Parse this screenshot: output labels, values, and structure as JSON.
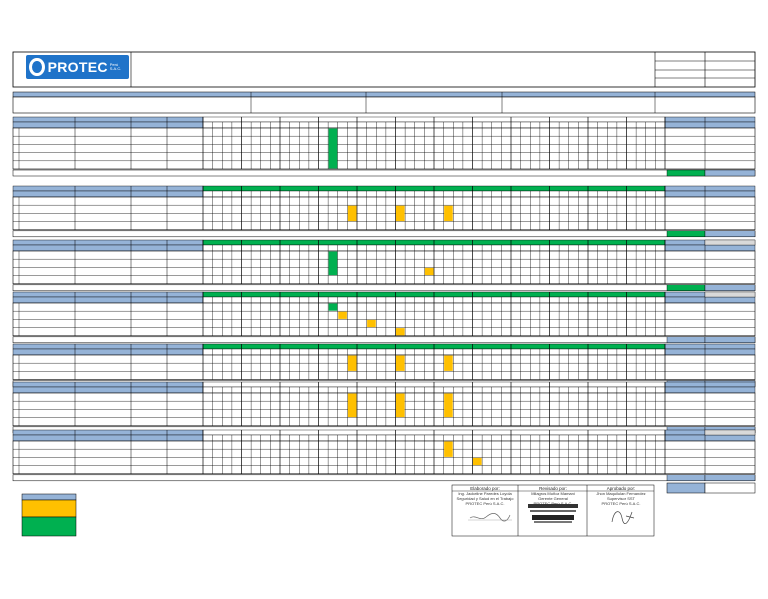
{
  "logo": {
    "name": "PROTEC",
    "sub": "Perú S.A.C."
  },
  "legend": {
    "colors": [
      "#95b3d7",
      "#ffc000",
      "#00b050"
    ]
  },
  "colors": {
    "header_blue": "#95b3d7",
    "done_green": "#00b050",
    "planned_amber": "#ffc000",
    "total_grey": "#d9d9d9",
    "grid_line": "#000000"
  },
  "signatures": {
    "elaborado": {
      "title": "Elaborado por:",
      "name": "Ing. Jackeline Paredes Loyola",
      "role": "Seguridad y Salud en el Trabajo",
      "company": "PROTEC Perú S.A.C."
    },
    "revisado": {
      "title": "Revisado por:",
      "name": "Milagros Muñoz Mamani",
      "role": "Gerente General",
      "company": "PROTEC Perú S.A.C."
    },
    "aprobado": {
      "title": "Aprobado por:",
      "name": "Jhon Maquilulan Fernandez",
      "role": "Supervisor SST",
      "company": "PROTEC Perú S.A.C."
    }
  },
  "schedule": {
    "blocks": [
      {
        "name": "block-1",
        "rows": 5,
        "marks": [
          {
            "week": 13,
            "row": 0,
            "span": 5,
            "kind": "done"
          }
        ]
      },
      {
        "name": "block-2",
        "rows": 4,
        "marks": [
          {
            "week": 15,
            "row": 1,
            "span": 2,
            "kind": "planned"
          },
          {
            "week": 20,
            "row": 1,
            "span": 2,
            "kind": "planned"
          },
          {
            "week": 25,
            "row": 1,
            "span": 2,
            "kind": "planned"
          }
        ]
      },
      {
        "name": "block-3",
        "rows": 4,
        "marks": [
          {
            "week": 13,
            "row": 0,
            "span": 3,
            "kind": "done"
          },
          {
            "week": 23,
            "row": 2,
            "span": 1,
            "kind": "planned"
          }
        ]
      },
      {
        "name": "block-4",
        "rows": 4,
        "marks": [
          {
            "week": 13,
            "row": 0,
            "span": 1,
            "kind": "done"
          },
          {
            "week": 14,
            "row": 1,
            "span": 1,
            "kind": "planned"
          },
          {
            "week": 17,
            "row": 2,
            "span": 1,
            "kind": "planned"
          },
          {
            "week": 20,
            "row": 3,
            "span": 1,
            "kind": "planned"
          }
        ]
      },
      {
        "name": "block-5",
        "rows": 3,
        "marks": [
          {
            "week": 15,
            "row": 0,
            "span": 2,
            "kind": "planned"
          },
          {
            "week": 20,
            "row": 0,
            "span": 2,
            "kind": "planned"
          },
          {
            "week": 25,
            "row": 0,
            "span": 2,
            "kind": "planned"
          }
        ]
      },
      {
        "name": "block-6",
        "rows": 4,
        "marks": [
          {
            "week": 15,
            "row": 0,
            "span": 3,
            "kind": "planned"
          },
          {
            "week": 20,
            "row": 0,
            "span": 3,
            "kind": "planned"
          },
          {
            "week": 25,
            "row": 0,
            "span": 3,
            "kind": "planned"
          }
        ]
      },
      {
        "name": "block-7",
        "rows": 4,
        "marks": [
          {
            "week": 25,
            "row": 0,
            "span": 2,
            "kind": "planned"
          },
          {
            "week": 28,
            "row": 2,
            "span": 1,
            "kind": "planned"
          }
        ]
      }
    ]
  }
}
